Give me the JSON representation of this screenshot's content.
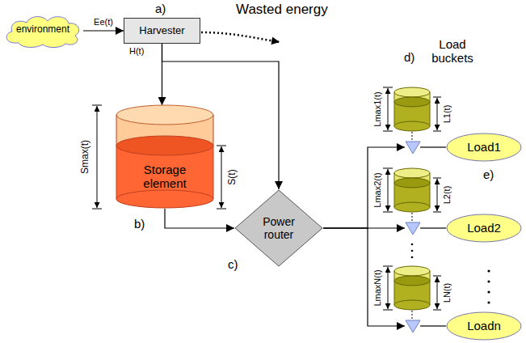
{
  "diagram": {
    "nodes": [
      {
        "text": [
          "environment"
        ]
      },
      {
        "text": [
          "Harvester"
        ]
      },
      {
        "text": [
          "Storage element"
        ]
      },
      {
        "text": [
          "Power router"
        ]
      },
      {
        "text": [
          "Load1"
        ]
      },
      {
        "text": [
          "Load2"
        ]
      },
      {
        "text": [
          "Loadn"
        ]
      }
    ],
    "edges": [
      {
        "from": 0,
        "to": 1,
        "arrow": "to",
        "label": "Ee(t)"
      },
      {
        "from": 1,
        "to": 2,
        "arrow": "to"
      },
      {
        "from": 1,
        "to": 3,
        "arrow": "to"
      },
      {
        "from": 2,
        "to": 3,
        "arrow": "to"
      },
      {
        "from": 3,
        "to": 4,
        "arrow": "to"
      },
      {
        "from": 3,
        "to": 5,
        "arrow": "to"
      },
      {
        "from": 3,
        "to": 6,
        "arrow": "to"
      }
    ],
    "labels": [
      "a)",
      "Wasted energy",
      "H(t)",
      "Smax(t)",
      "S(t)",
      "b)",
      "c)",
      "d)",
      "Load buckets",
      "Lmax1(t)",
      "L1(t)",
      "Lmax2(t)",
      "L2(t)",
      "LmaxN(t)",
      "LN(t)",
      "e)"
    ]
  }
}
